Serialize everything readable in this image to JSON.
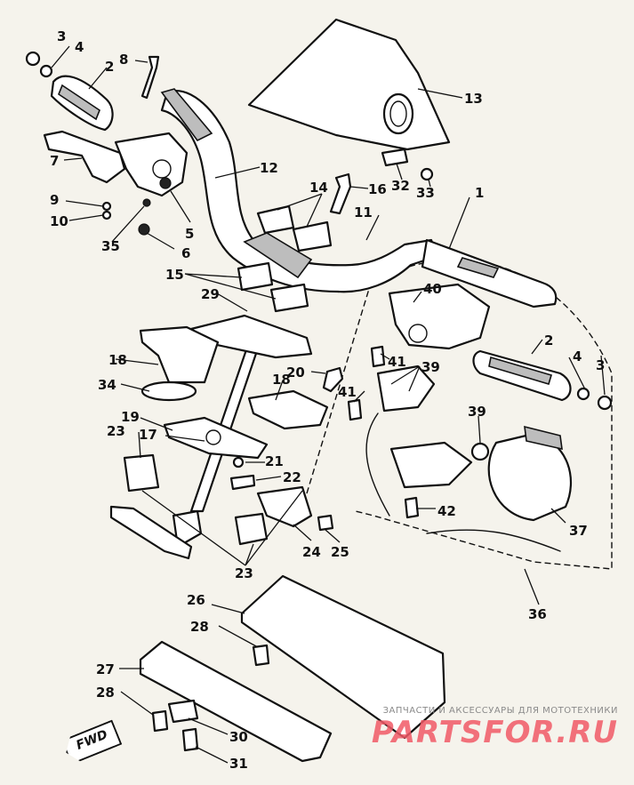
{
  "callouts": {
    "c1": "1",
    "c2a": "2",
    "c2b": "2",
    "c3a": "3",
    "c3b": "3",
    "c4a": "4",
    "c4b": "4",
    "c5": "5",
    "c6": "6",
    "c7": "7",
    "c8": "8",
    "c9": "9",
    "c10": "10",
    "c11": "11",
    "c12": "12",
    "c13": "13",
    "c14": "14",
    "c15": "15",
    "c16": "16",
    "c17": "17",
    "c18a": "18",
    "c18b": "18",
    "c19": "19",
    "c20": "20",
    "c21": "21",
    "c22": "22",
    "c23a": "23",
    "c23b": "23",
    "c24": "24",
    "c25": "25",
    "c26": "26",
    "c27": "27",
    "c28a": "28",
    "c28b": "28",
    "c29": "29",
    "c30": "30",
    "c31": "31",
    "c32": "32",
    "c33": "33",
    "c34": "34",
    "c35": "35",
    "c36": "36",
    "c37": "37",
    "c39a": "39",
    "c39b": "39",
    "c40": "40",
    "c41a": "41",
    "c41b": "41",
    "c42": "42"
  },
  "fwd_label": "FWD",
  "watermark": {
    "tagline": "ЗАПЧАСТИ И АКСЕССУАРЫ ДЛЯ МОТОТЕХНИКИ",
    "brand": "PARTSFOR.RU"
  }
}
